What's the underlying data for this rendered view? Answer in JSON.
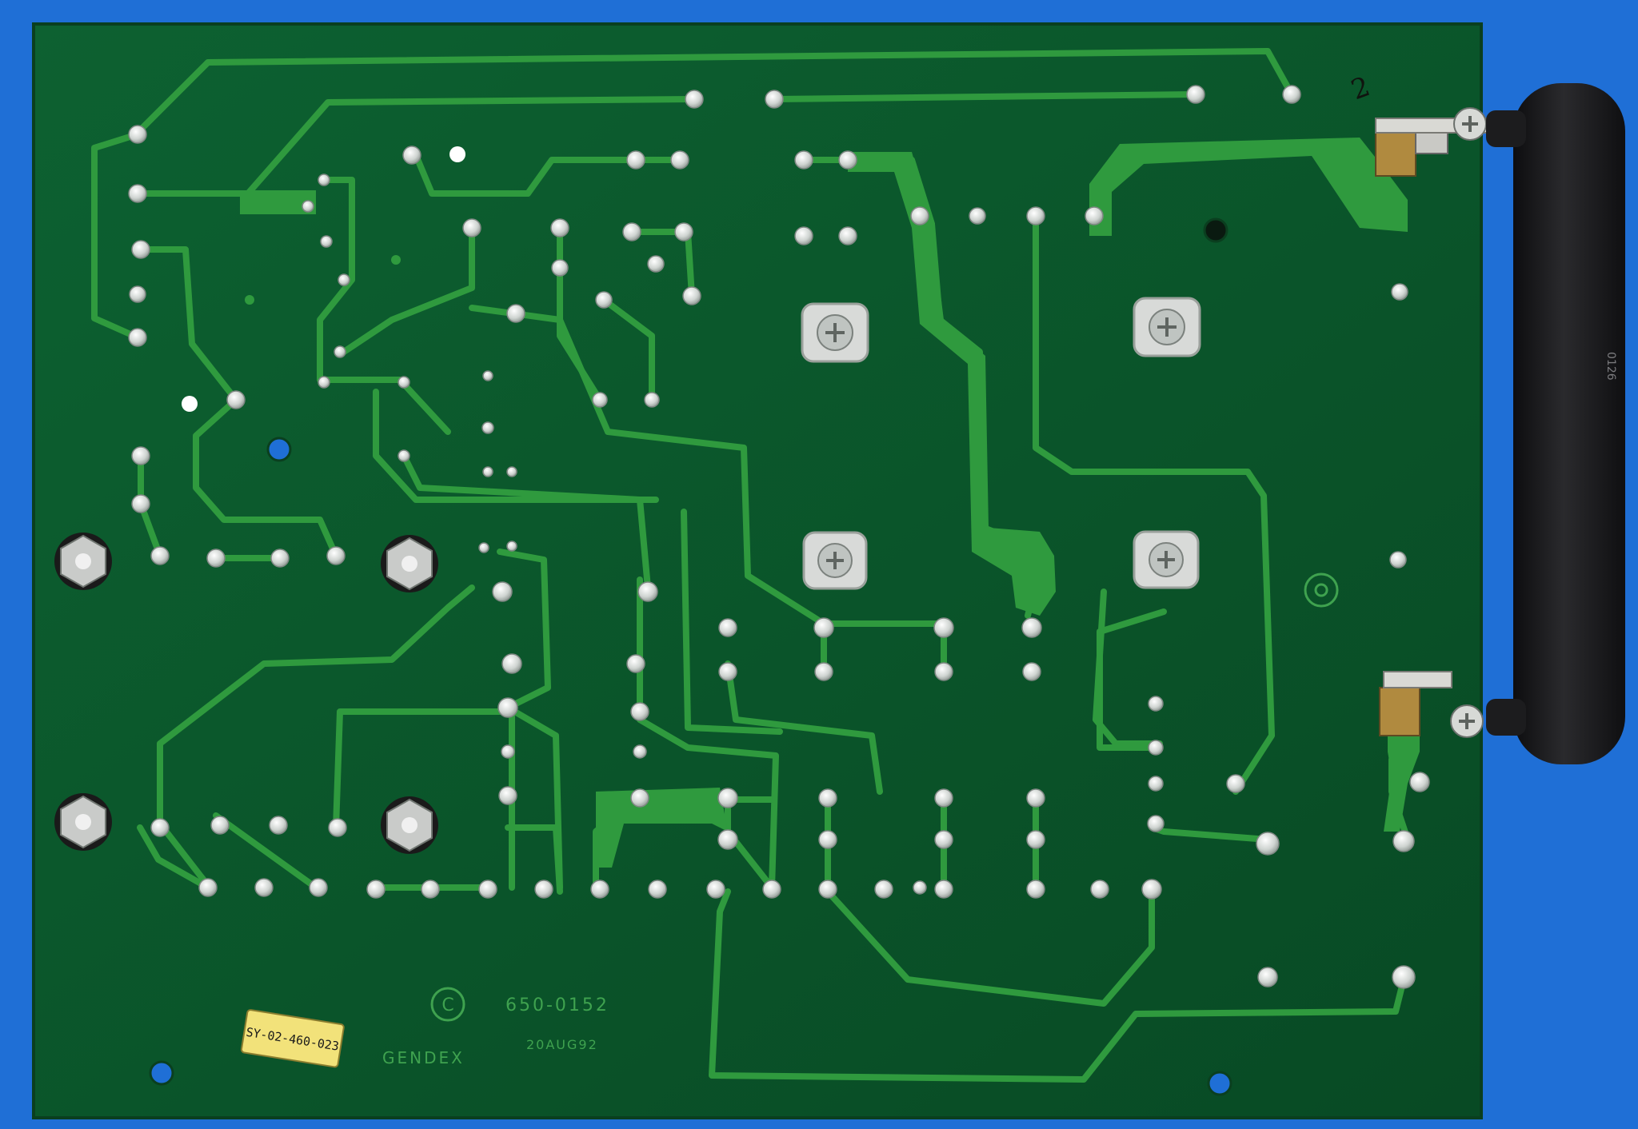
{
  "photo": {
    "subject": "Underside of a green printed circuit board with a black power resistor mounted on two brackets",
    "colors": {
      "background": "#1f6fd6",
      "board": "#0b5a2c",
      "trace": "#2f9a3e",
      "pad": "#dfe3e0",
      "silkscreen": "#3fa24f",
      "resistor": "#1d1d1f",
      "sticker": "#f2e27a"
    },
    "markings": {
      "part_number": "650-0152",
      "copyright_symbol": "C",
      "manufacturer": "GENDEX",
      "date_code": "20AUG92",
      "sticker_label": "SY-02-460-023",
      "resistor_code": "0126",
      "handwritten_mark": "2"
    }
  }
}
